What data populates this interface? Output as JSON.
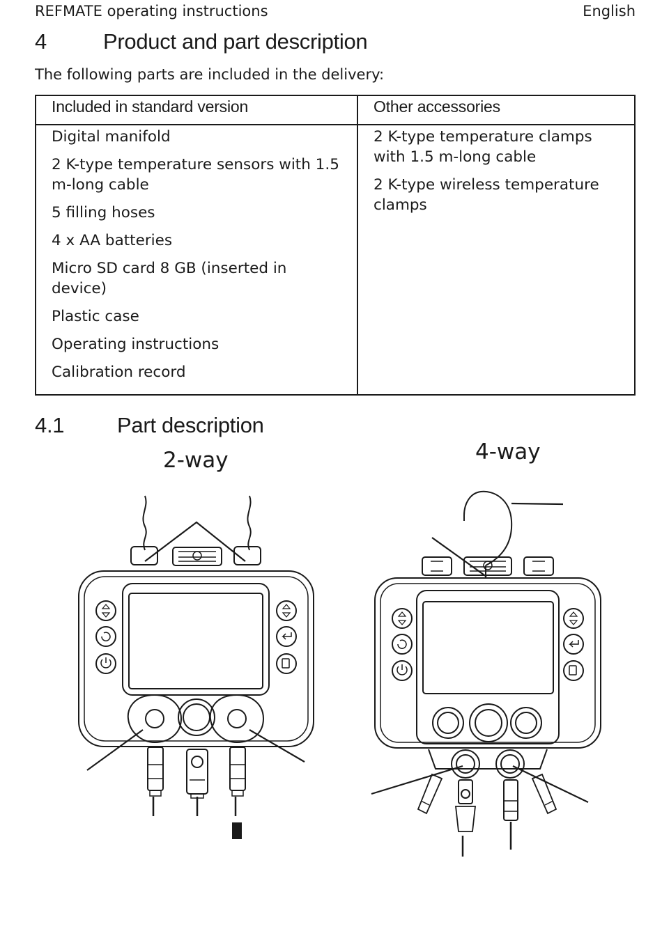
{
  "header": {
    "title": "REFMATE operating instructions",
    "language": "English"
  },
  "section": {
    "number": "4",
    "title": "Product and part description"
  },
  "intro": "The following parts are included in the delivery:",
  "table": {
    "headers": [
      "Included in standard version",
      "Other accessories"
    ],
    "standard": [
      "Digital manifold",
      "2 K-type temperature sensors with 1.5 m-long cable",
      "5 filling hoses",
      "4 x AA batteries",
      "Micro SD card 8 GB (inserted in device)",
      "Plastic case",
      "Operating instructions",
      "Calibration record"
    ],
    "accessories": [
      "2 K-type temperature clamps with 1.5 m-long cable",
      "2 K-type wireless temperature clamps"
    ]
  },
  "subsection": {
    "number": "4.1",
    "title": "Part description"
  },
  "figure": {
    "label_left": "2-way",
    "label_right": "4-way"
  }
}
